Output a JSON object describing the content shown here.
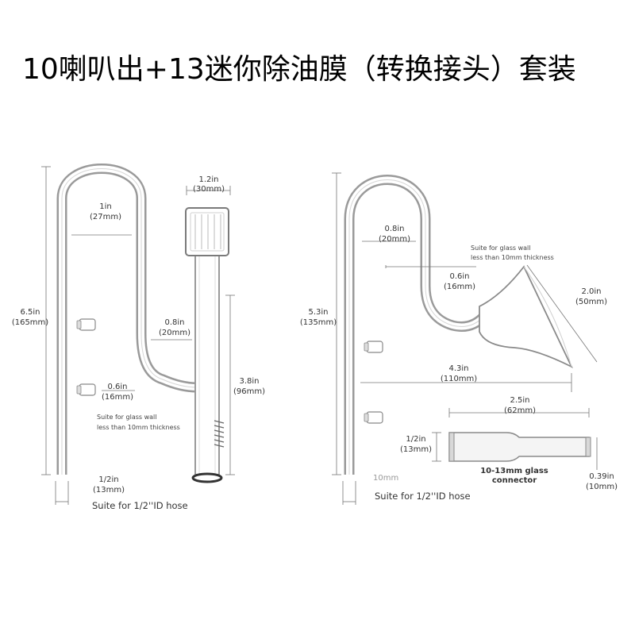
{
  "title": "10喇叭出+13迷你除油膜（转换接头）套装",
  "left_diagram": {
    "width_top_in": "1.2in",
    "width_top_mm": "(30mm)",
    "bend_in": "1in",
    "bend_mm": "(27mm)",
    "height_in": "6.5in",
    "height_mm": "(165mm)",
    "offset_in": "0.8in",
    "offset_mm": "(20mm)",
    "small_in": "0.6in",
    "small_mm": "(16mm)",
    "skimmer_in": "3.8in",
    "skimmer_mm": "(96mm)",
    "note_line1": "Suite for glass wall",
    "note_line2": "less than 10mm thickness",
    "hose_in": "1/2in",
    "hose_mm": "(13mm)",
    "hose_label": "Suite for 1/2''ID hose"
  },
  "right_diagram": {
    "height_in": "5.3in",
    "height_mm": "(135mm)",
    "offset_in": "0.8in",
    "offset_mm": "(20mm)",
    "note_line1": "Suite for glass wall",
    "note_line2": "less than 10mm thickness",
    "small_in": "0.6in",
    "small_mm": "(16mm)",
    "flare_in": "2.0in",
    "flare_mm": "(50mm)",
    "length_in": "4.3in",
    "length_mm": "(110mm)",
    "connector_len_in": "2.5in",
    "connector_len_mm": "(62mm)",
    "hose_in": "1/2in",
    "hose_mm": "(13mm)",
    "connector_line1": "10-13mm glass",
    "connector_line2": "connector",
    "connector_d_in": "0.39in",
    "connector_d_mm": "(10mm)",
    "gray_10mm": "10mm",
    "hose_label": "Suite for 1/2''ID hose"
  }
}
